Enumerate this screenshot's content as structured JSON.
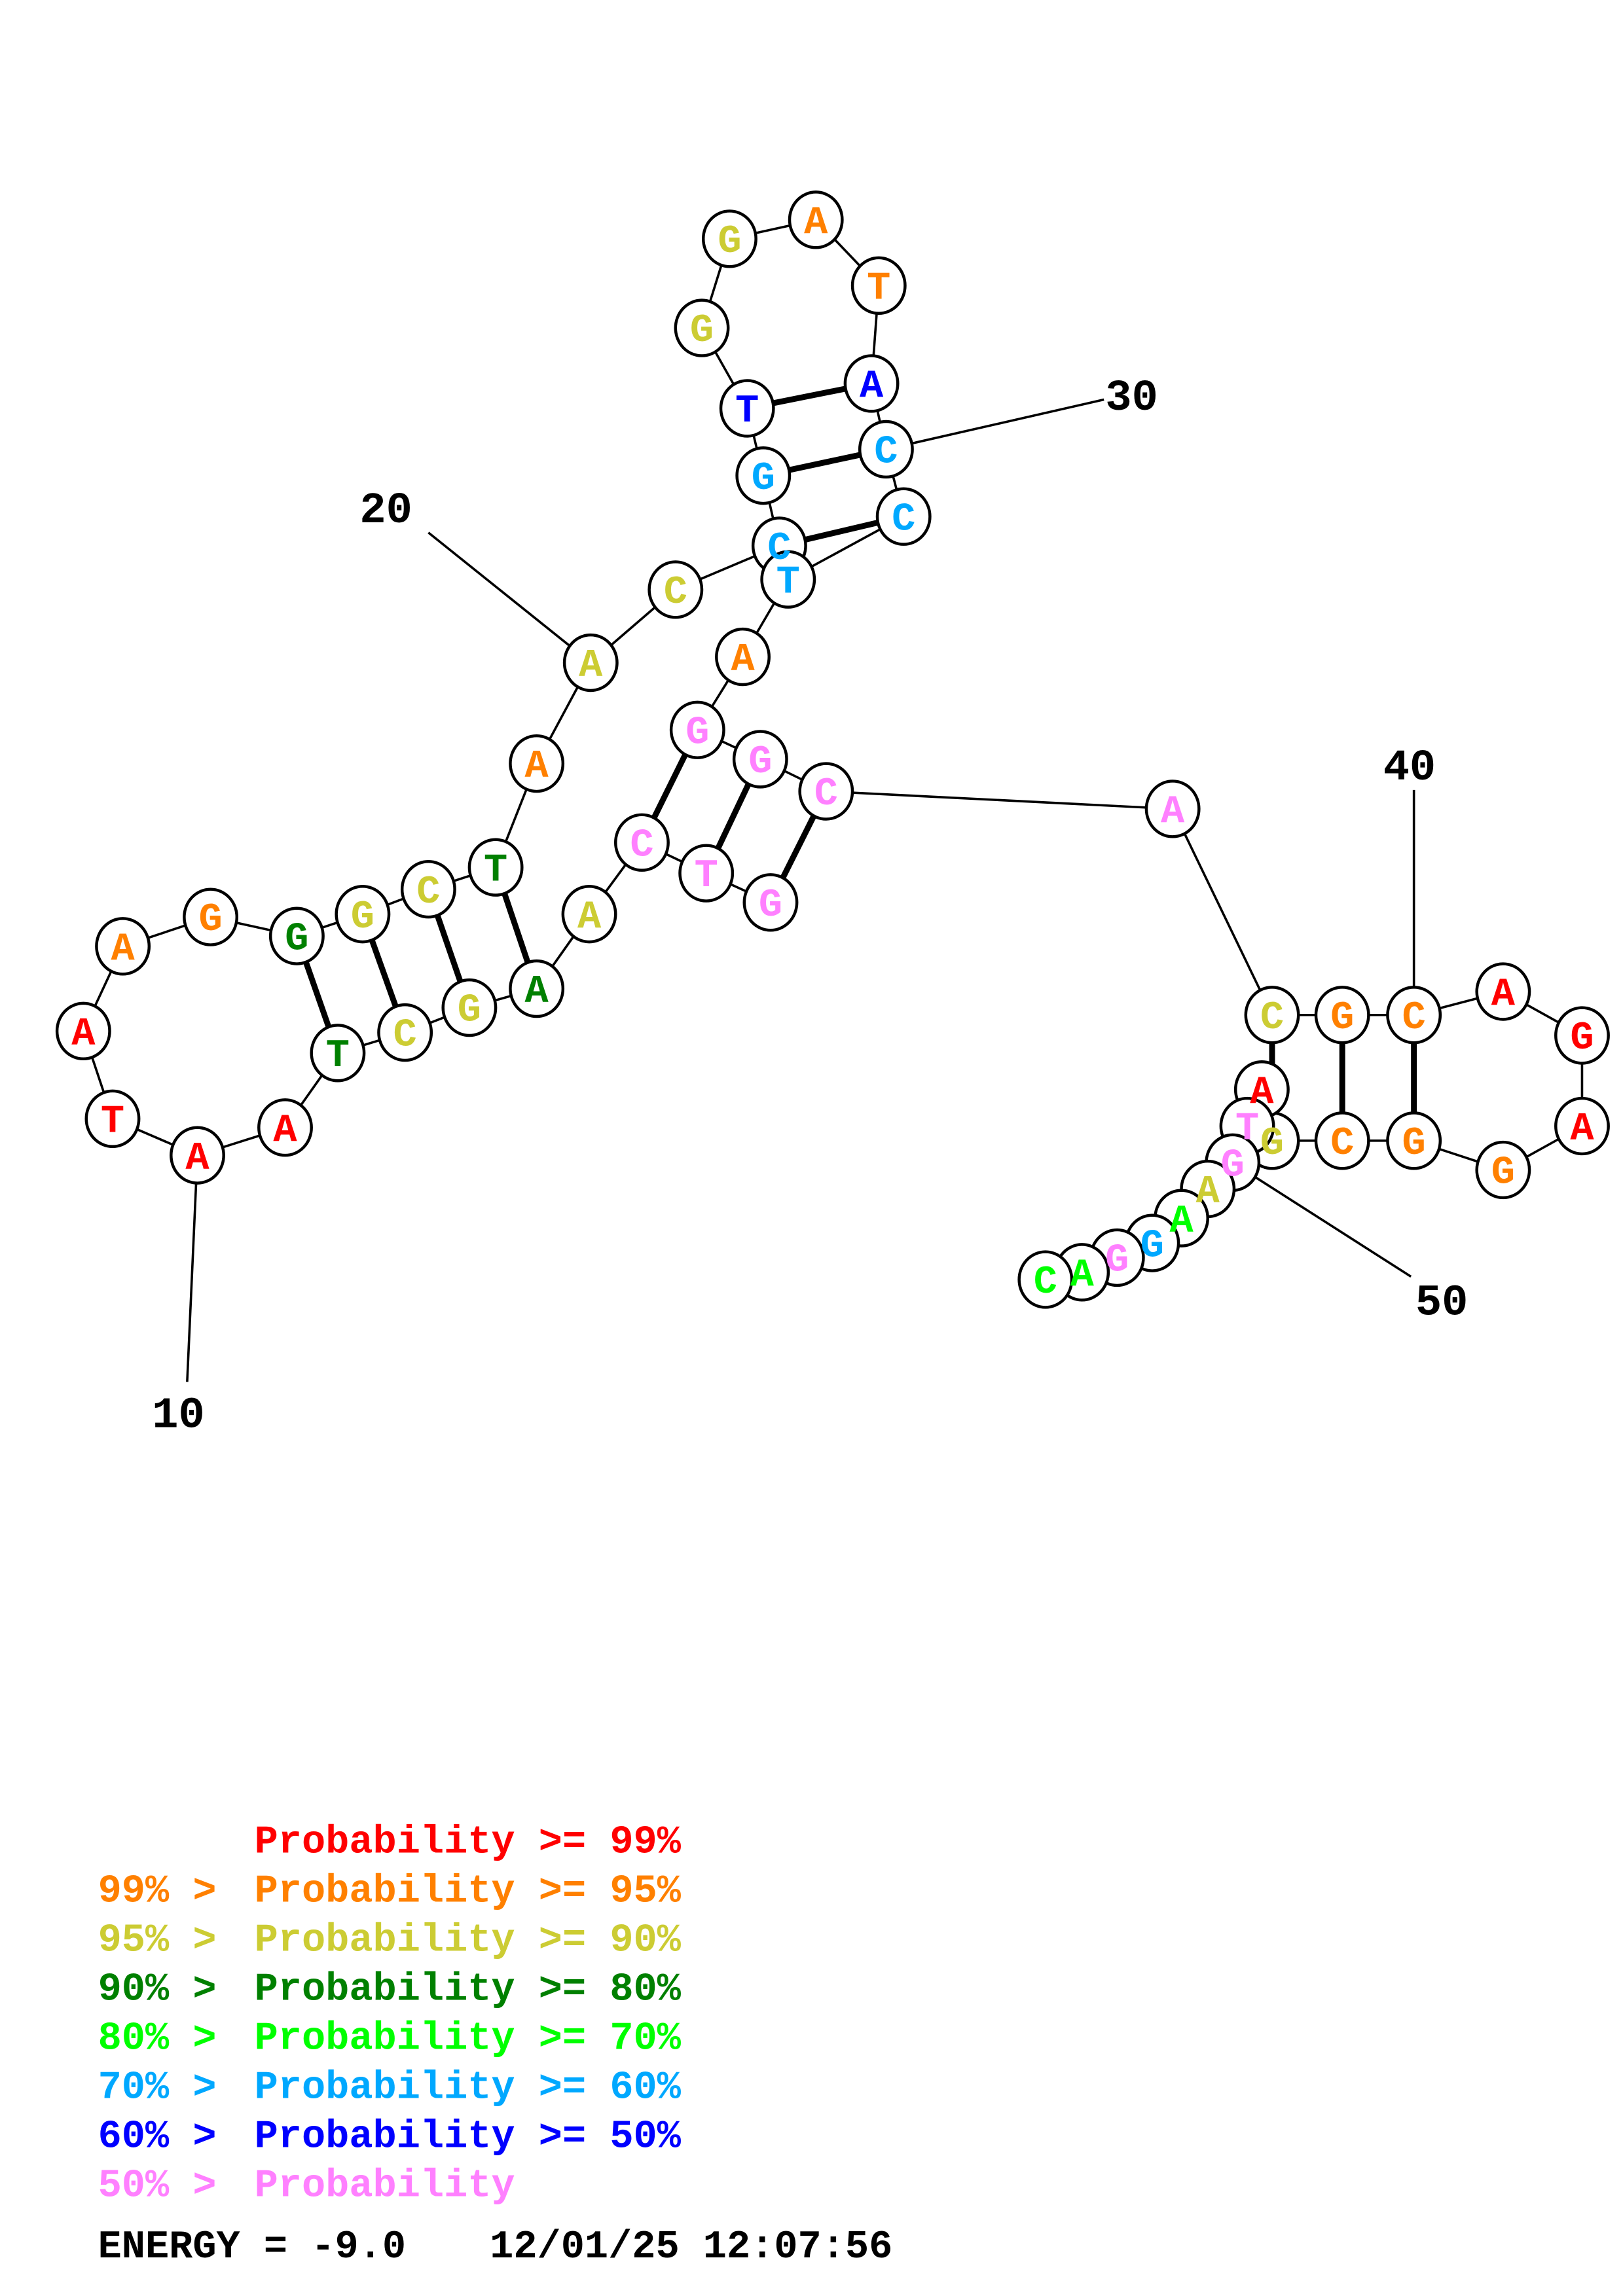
{
  "colors": [
    "#ff0000",
    "#ff8000",
    "#cccc33",
    "#008000",
    "#00ff00",
    "#00a8ff",
    "#0000ff",
    "#ff80ff"
  ],
  "sequence": [
    "G",
    "T",
    "C",
    "A",
    "A",
    "G",
    "C",
    "T",
    "A",
    "A",
    "T",
    "A",
    "A",
    "G",
    "G",
    "G",
    "C",
    "T",
    "A",
    "A",
    "C",
    "C",
    "G",
    "T",
    "G",
    "G",
    "A",
    "T",
    "A",
    "C",
    "C",
    "T",
    "A",
    "G",
    "G",
    "C",
    "A",
    "C",
    "G",
    "C",
    "A",
    "G",
    "A",
    "G",
    "G",
    "C",
    "G",
    "A",
    "T",
    "G",
    "A",
    "A",
    "G",
    "G",
    "A",
    "C"
  ],
  "probability_class": [
    7,
    7,
    7,
    2,
    3,
    2,
    2,
    3,
    0,
    0,
    0,
    0,
    1,
    1,
    3,
    2,
    2,
    3,
    1,
    2,
    2,
    5,
    5,
    6,
    2,
    2,
    1,
    1,
    6,
    5,
    5,
    5,
    1,
    7,
    7,
    7,
    7,
    2,
    1,
    1,
    0,
    0,
    0,
    1,
    1,
    1,
    2,
    0,
    7,
    7,
    2,
    4,
    5,
    7,
    4,
    4
  ],
  "pairs": [
    [
      15,
      8
    ],
    [
      16,
      7
    ],
    [
      17,
      6
    ],
    [
      18,
      5
    ],
    [
      22,
      31
    ],
    [
      23,
      30
    ],
    [
      24,
      29
    ],
    [
      34,
      3
    ],
    [
      35,
      2
    ],
    [
      36,
      1
    ],
    [
      38,
      47
    ],
    [
      39,
      46
    ],
    [
      40,
      45
    ]
  ],
  "position_labels": [
    "10",
    "20",
    "30",
    "40",
    "50"
  ],
  "legend": [
    {
      "prefix": "",
      "text": "Probability >= 99%"
    },
    {
      "prefix": "99% > ",
      "text": "Probability >= 95%"
    },
    {
      "prefix": "95% > ",
      "text": "Probability >= 90%"
    },
    {
      "prefix": "90% > ",
      "text": "Probability >= 80%"
    },
    {
      "prefix": "80% > ",
      "text": "Probability >= 70%"
    },
    {
      "prefix": "70% > ",
      "text": "Probability >= 60%"
    },
    {
      "prefix": "60% > ",
      "text": "Probability >= 50%"
    },
    {
      "prefix": "50% > ",
      "text": "Probability"
    }
  ],
  "footer": {
    "energy": "ENERGY = -9.0",
    "timestamp": "12/01/25 12:07:56"
  }
}
